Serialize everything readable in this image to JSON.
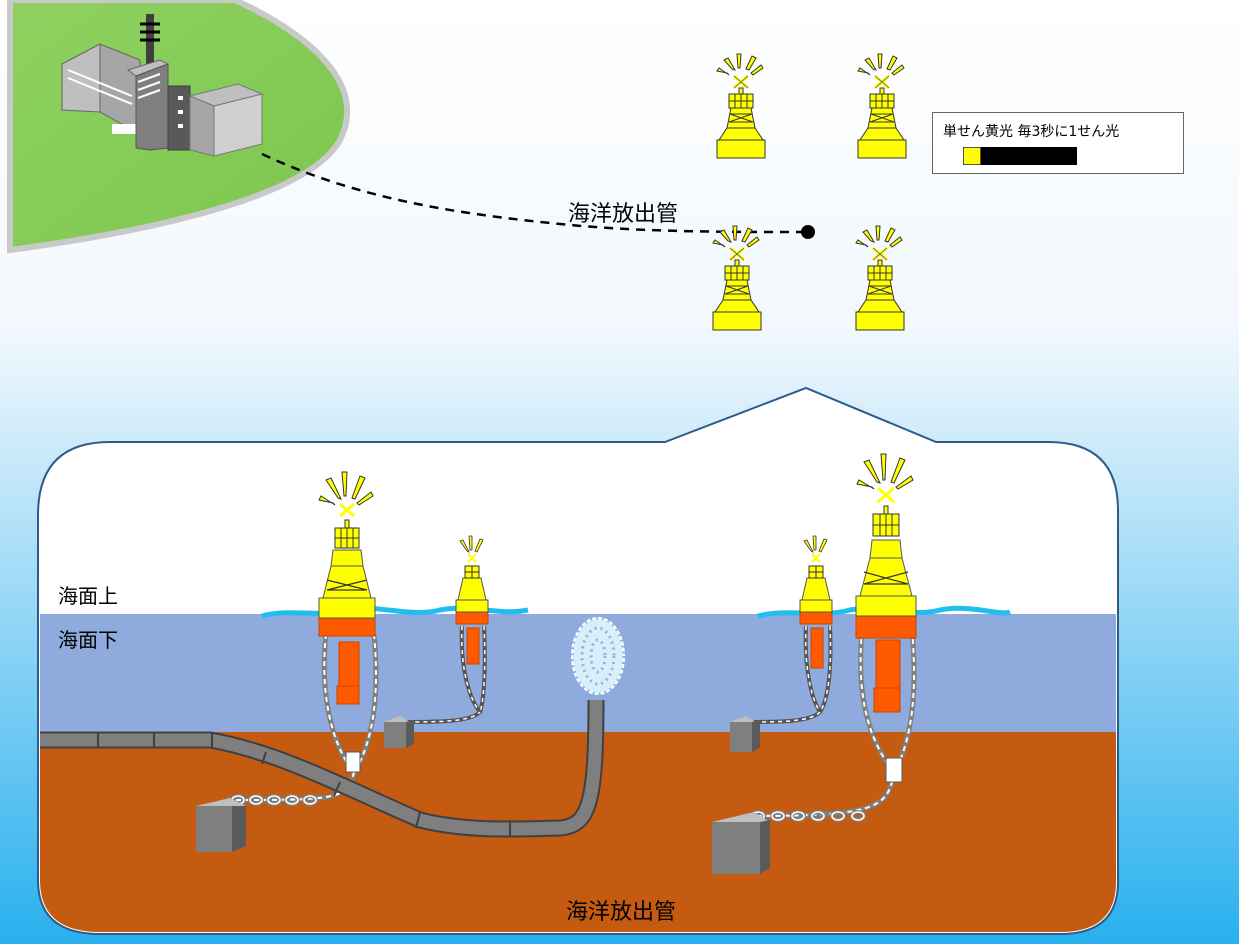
{
  "labels": {
    "pipe_top": "海洋放出管",
    "above_sea": "海面上",
    "below_sea": "海面下",
    "pipe_bottom": "海洋放出管"
  },
  "legend": {
    "title": "単せん黄光 毎3秒に1せん光",
    "light_on_color": "#ffff00",
    "light_off_color": "#000000"
  },
  "colors": {
    "sky_top": "#ffffff",
    "sky_bottom": "#29b0ee",
    "land": "#8fd160",
    "water": "#8faadc",
    "seabed": "#c55a11",
    "buoy_yellow": "#ffff00",
    "buoy_orange": "#ff5a00",
    "pipe_gray": "#7f7f7f",
    "chain_gray": "#a6a6a6"
  },
  "icons": {
    "factory": "factory-icon",
    "buoy": "buoy-icon",
    "anchor_block": "anchor-block-icon",
    "diffuser": "diffuser-bubbles-icon",
    "outfall_point": "outfall-point-icon"
  }
}
